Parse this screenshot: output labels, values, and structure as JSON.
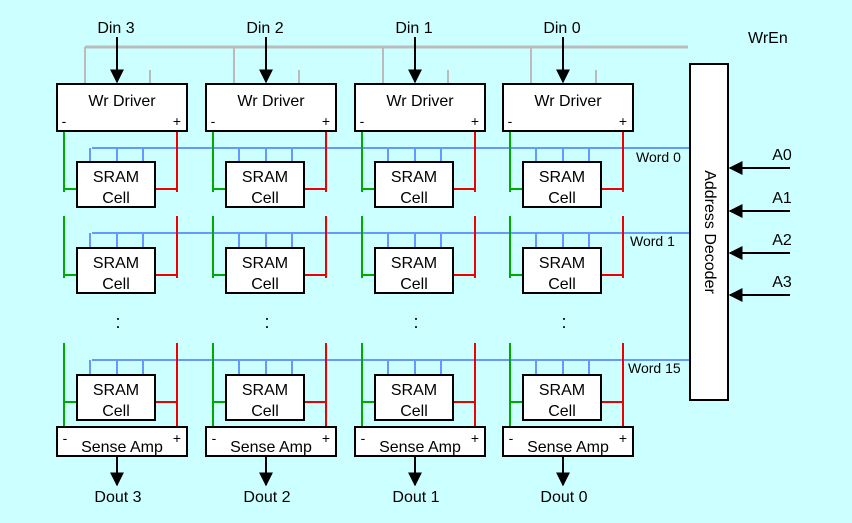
{
  "colors": {
    "background": "#ccffff",
    "wordline": "#6699ff",
    "bitline_minus": "#00aa00",
    "bitline_plus": "#ee0000",
    "control_line": "#bbbbbb",
    "block_fill": "#ffffff",
    "stroke": "#000000"
  },
  "labels": {
    "wr_en": "WrEn",
    "address_decoder": "Address Decoder",
    "wr_driver": "Wr Driver",
    "sense_amp": "Sense Amp",
    "sram_line1": "SRAM",
    "sram_line2": "Cell",
    "minus": "-",
    "plus": "+",
    "ellipsis": ":"
  },
  "columns": [
    {
      "din": "Din 3",
      "dout": "Dout 3"
    },
    {
      "din": "Din 2",
      "dout": "Dout 2"
    },
    {
      "din": "Din 1",
      "dout": "Dout 1"
    },
    {
      "din": "Din 0",
      "dout": "Dout 0"
    }
  ],
  "word_labels": [
    "Word 0",
    "Word 1",
    "Word 15"
  ],
  "address_inputs": [
    "A0",
    "A1",
    "A2",
    "A3"
  ]
}
